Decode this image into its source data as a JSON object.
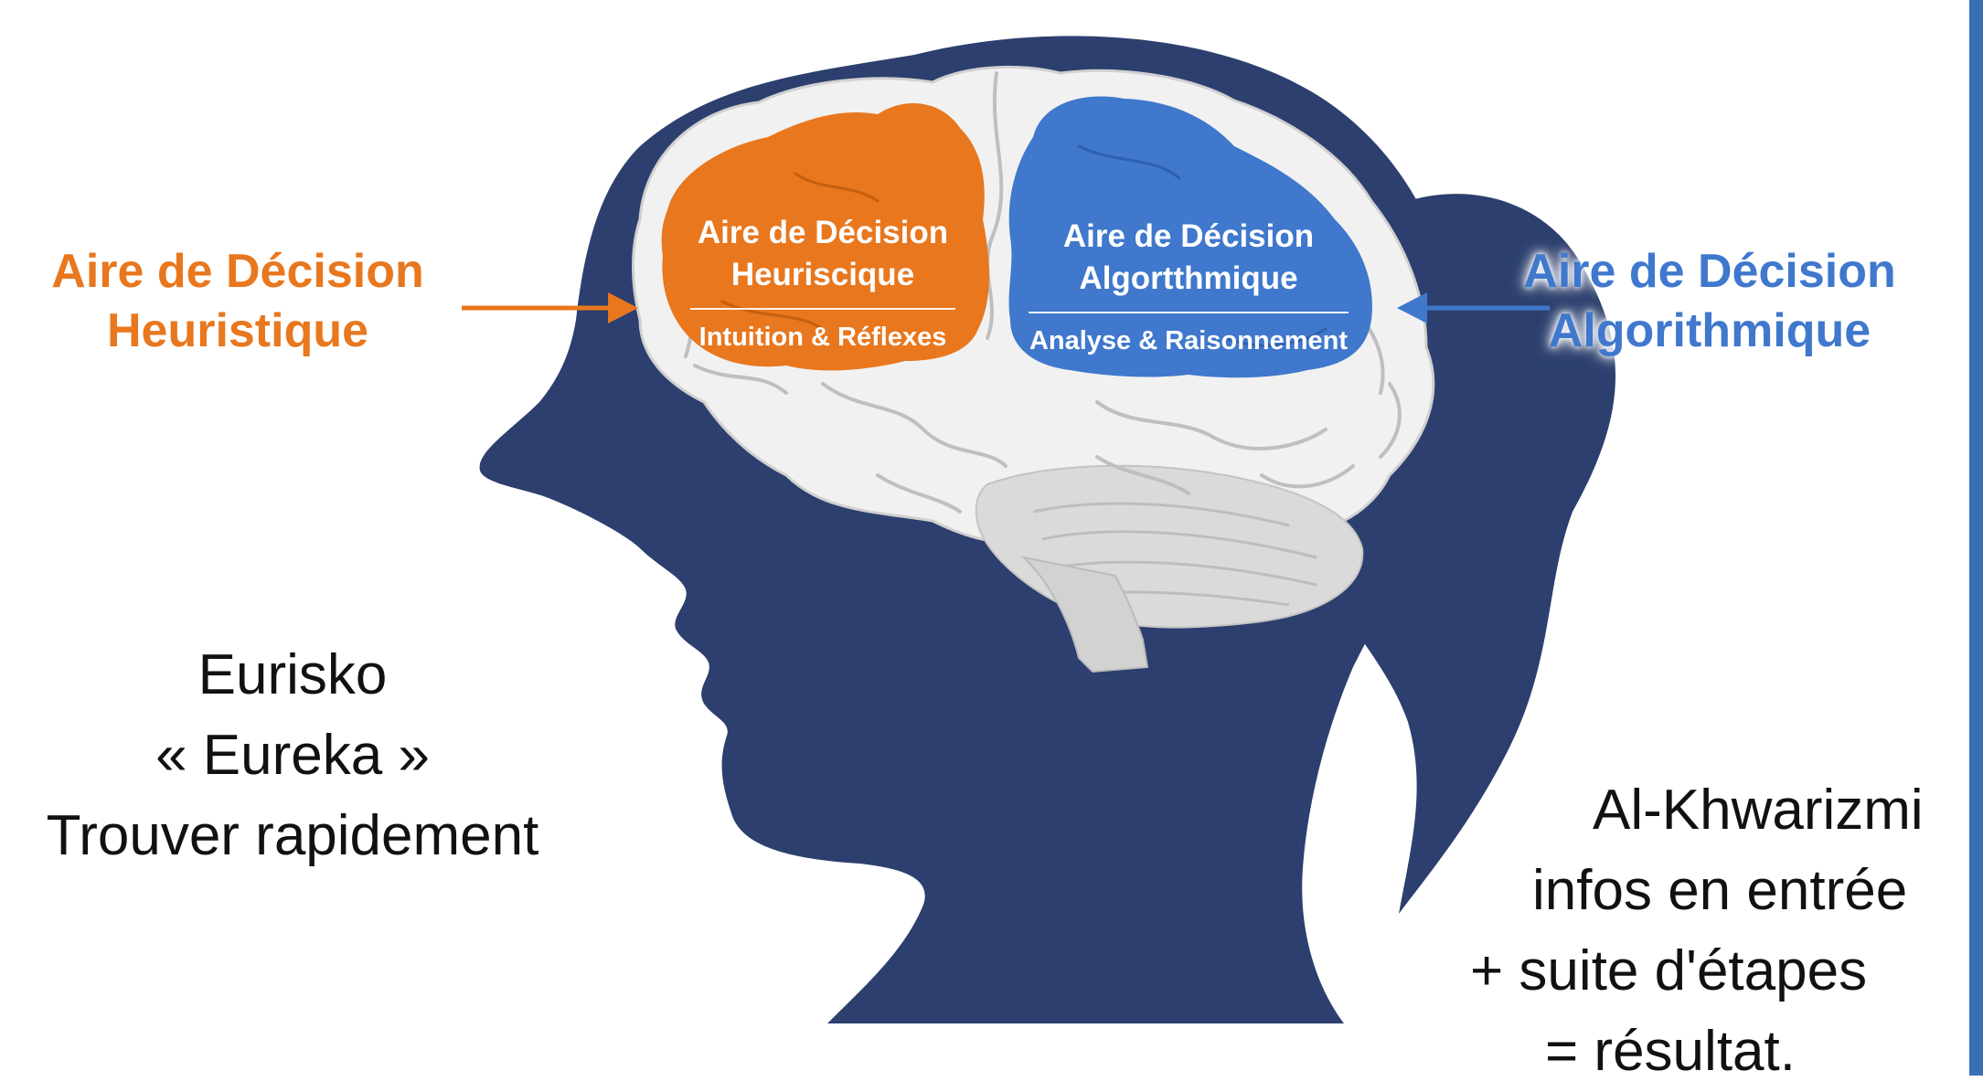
{
  "colors": {
    "heuristic": "#E8771E",
    "algorithmic": "#3F78CC",
    "silhouette": "#2C3F6E",
    "brain": "#F1F1F1",
    "side_bar": "#3A6FB5",
    "text": "#111111"
  },
  "labels": {
    "left_external": {
      "line1": "Aire de Décision",
      "line2": "Heuristique"
    },
    "right_external": {
      "line1": "Aire de Décision",
      "line2": "Algorithmique"
    }
  },
  "lobes": {
    "heuristic": {
      "line1": "Aire de Décision",
      "line2": "Heuriscique",
      "subtitle": "Intuition & Réflexes"
    },
    "algorithmic": {
      "line1": "Aire de Décision",
      "line2": "Algortthmique",
      "subtitle": "Analyse & Raisonnement"
    }
  },
  "captions": {
    "left": [
      "Eurisko",
      "« Eureka »",
      "Trouver rapidement"
    ],
    "right": [
      "Al-Khwarizmi",
      "infos en entrée",
      "+ suite d'étapes",
      "= résultat."
    ]
  }
}
